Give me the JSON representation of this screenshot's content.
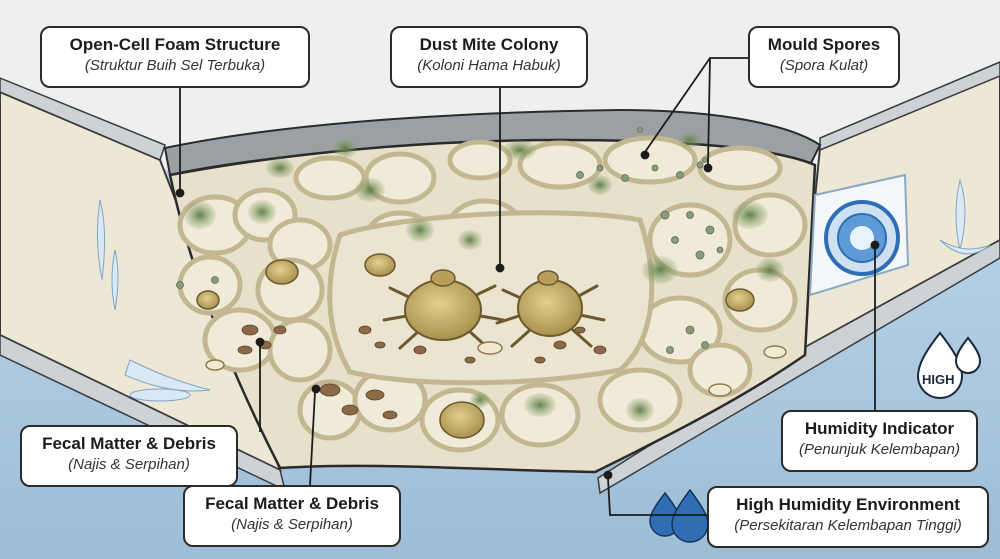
{
  "labels": {
    "foam": {
      "title": "Open-Cell Foam Structure",
      "subtitle": "(Struktur Buih Sel Terbuka)"
    },
    "mite": {
      "title": "Dust Mite Colony",
      "subtitle": "(Koloni Hama Habuk)"
    },
    "mould": {
      "title": "Mould Spores",
      "subtitle": "(Spora Kulat)"
    },
    "humidity_indicator": {
      "title": "Humidity Indicator",
      "subtitle": "(Penunjuk Kelembapan)"
    },
    "fecal_left": {
      "title": "Fecal Matter & Debris",
      "subtitle": "(Najis & Serpihan)"
    },
    "fecal_center": {
      "title": "Fecal Matter & Debris",
      "subtitle": "(Najis & Serpihan)"
    },
    "environment": {
      "title": "High Humidity Environment",
      "subtitle": "(Persekitaran Kelembapan Tinggi)"
    }
  },
  "humidity_badge": "HIGH",
  "icons": [
    "water-drop-icon",
    "humidity-gauge-icon",
    "dust-mite-icon",
    "larva-icon"
  ],
  "colors": {
    "water": "#a9c7de",
    "foam": "#e7e0cb",
    "foam_wall": "#d2c8a8",
    "mould": "#6d8a52",
    "mite": "#c9b06a",
    "outline": "#2b2b2b"
  }
}
